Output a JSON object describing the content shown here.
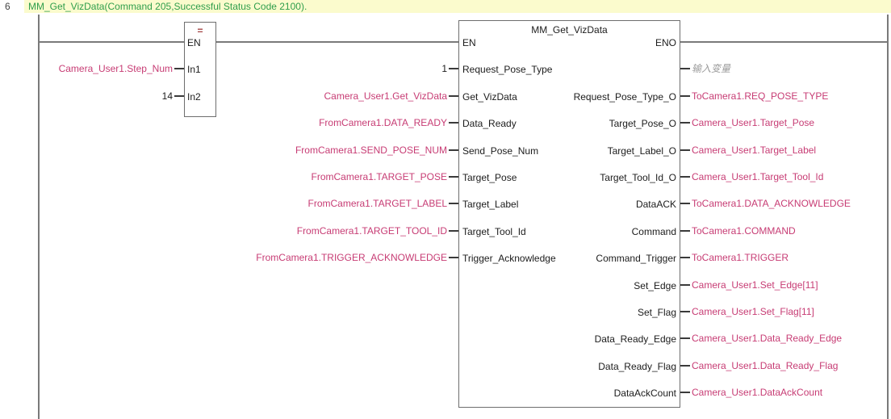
{
  "network": {
    "number": "6",
    "comment": "MM_Get_VizData(Command 205,Successful Status Code 2100)."
  },
  "colors": {
    "comment_bg": "#fbfbcd",
    "comment_text": "#2f9e4c",
    "variable": "#c73c74",
    "ghost": "#9b9b9b",
    "wire": "#7a7a7a",
    "block_border": "#6e6e6e",
    "operator": "#a34444"
  },
  "eq_block": {
    "operator": "=",
    "en_label": "EN",
    "inputs": [
      {
        "pin": "In1",
        "value": "Camera_User1.Step_Num",
        "value_type": "variable"
      },
      {
        "pin": "In2",
        "value": "14",
        "value_type": "literal"
      }
    ]
  },
  "fb_block": {
    "title": "MM_Get_VizData",
    "en_label": "EN",
    "eno_label": "ENO",
    "inputs": [
      {
        "pin": "Request_Pose_Type",
        "value": "1",
        "value_type": "literal"
      },
      {
        "pin": "Get_VizData",
        "value": "Camera_User1.Get_VizData",
        "value_type": "variable"
      },
      {
        "pin": "Data_Ready",
        "value": "FromCamera1.DATA_READY",
        "value_type": "variable"
      },
      {
        "pin": "Send_Pose_Num",
        "value": "FromCamera1.SEND_POSE_NUM",
        "value_type": "variable"
      },
      {
        "pin": "Target_Pose",
        "value": "FromCamera1.TARGET_POSE",
        "value_type": "variable"
      },
      {
        "pin": "Target_Label",
        "value": "FromCamera1.TARGET_LABEL",
        "value_type": "variable"
      },
      {
        "pin": "Target_Tool_Id",
        "value": "FromCamera1.TARGET_TOOL_ID",
        "value_type": "variable"
      },
      {
        "pin": "Trigger_Acknowledge",
        "value": "FromCamera1.TRIGGER_ACKNOWLEDGE",
        "value_type": "variable"
      }
    ],
    "outputs": [
      {
        "pin": "",
        "value": "输入变量",
        "value_type": "ghost"
      },
      {
        "pin": "Request_Pose_Type_O",
        "value": "ToCamera1.REQ_POSE_TYPE",
        "value_type": "variable"
      },
      {
        "pin": "Target_Pose_O",
        "value": "Camera_User1.Target_Pose",
        "value_type": "variable"
      },
      {
        "pin": "Target_Label_O",
        "value": "Camera_User1.Target_Label",
        "value_type": "variable"
      },
      {
        "pin": "Target_Tool_Id_O",
        "value": "Camera_User1.Target_Tool_Id",
        "value_type": "variable"
      },
      {
        "pin": "DataACK",
        "value": "ToCamera1.DATA_ACKNOWLEDGE",
        "value_type": "variable"
      },
      {
        "pin": "Command",
        "value": "ToCamera1.COMMAND",
        "value_type": "variable"
      },
      {
        "pin": "Command_Trigger",
        "value": "ToCamera1.TRIGGER",
        "value_type": "variable"
      },
      {
        "pin": "Set_Edge",
        "value": "Camera_User1.Set_Edge[11]",
        "value_type": "variable"
      },
      {
        "pin": "Set_Flag",
        "value": "Camera_User1.Set_Flag[11]",
        "value_type": "variable"
      },
      {
        "pin": "Data_Ready_Edge",
        "value": "Camera_User1.Data_Ready_Edge",
        "value_type": "variable"
      },
      {
        "pin": "Data_Ready_Flag",
        "value": "Camera_User1.Data_Ready_Flag",
        "value_type": "variable"
      },
      {
        "pin": "DataAckCount",
        "value": "Camera_User1.DataAckCount",
        "value_type": "variable"
      }
    ]
  }
}
